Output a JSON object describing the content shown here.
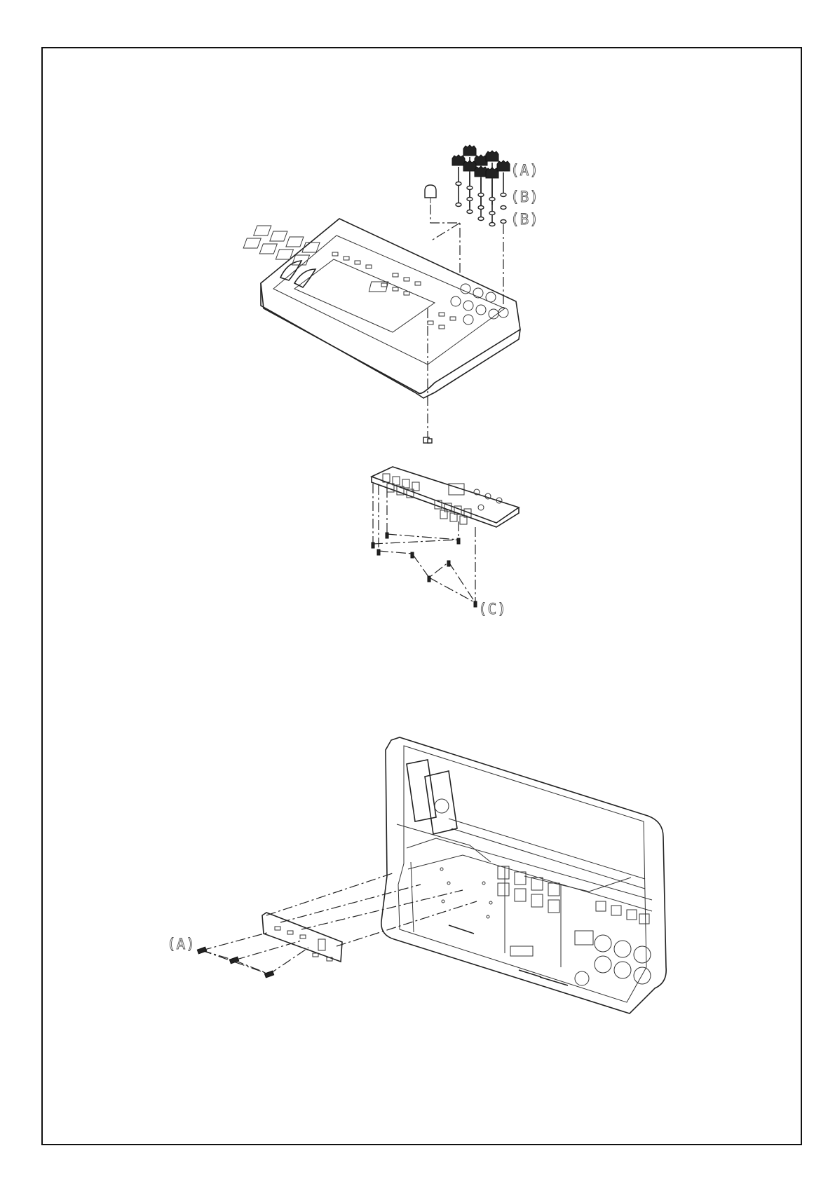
{
  "labels": {
    "upper_A": "(A)",
    "upper_B1": "(B)",
    "upper_B2": "(B)",
    "upper_C": "(C)",
    "lower_A": "(A)"
  }
}
